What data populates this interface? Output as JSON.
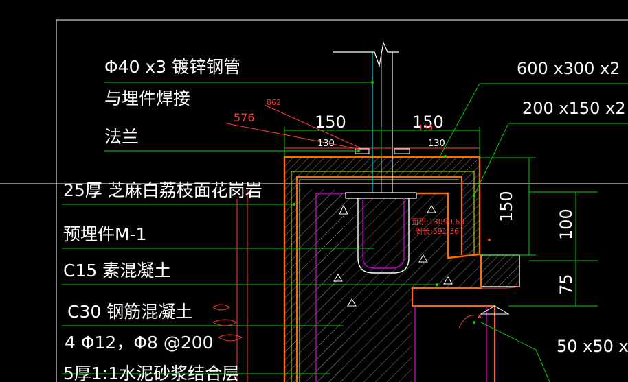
{
  "labels": {
    "pipe": "Φ40 x3 镀锌钢管",
    "weld": "与埋件焊接",
    "flange": "法兰",
    "granite": "25厚 芝麻白荔枝面花岗岩",
    "embed": "预埋件M-1",
    "c15": "C15 素混凝土",
    "c30": "C30 钢筋混凝土",
    "rebar": "4 Φ12，Φ8 @200",
    "mortar": "5厚1:1水泥砂浆结合层"
  },
  "dims": {
    "left150": "150",
    "right150": "150",
    "left130": "130",
    "right130": "130",
    "top600": "600 x300 x2",
    "top200": "200 x150 x2",
    "v150": "150",
    "v100": "100",
    "v75": "75",
    "b50": "50 x50 x"
  },
  "annotations": {
    "r576": "576",
    "r862": "862",
    "r130": "130",
    "area": "面积:13090.63",
    "perimeter": "周长:591.36"
  },
  "colors": {
    "background": "#000000",
    "outline": "#ff6a00",
    "leader": "#00d200",
    "magenta": "#c800c8",
    "cyan": "#00e0e0",
    "dimension": "#ff3c3c",
    "text": "#ffffff"
  }
}
